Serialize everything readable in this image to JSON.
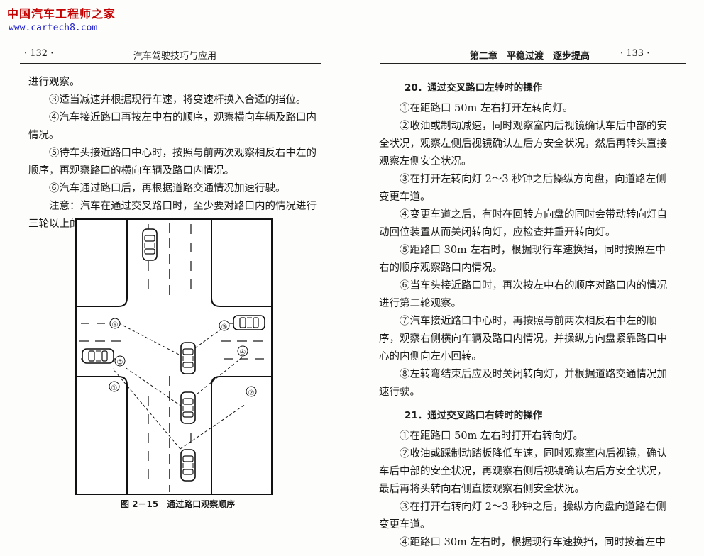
{
  "watermark": {
    "title": "中国汽车工程师之家",
    "url": "www.cartech8.com"
  },
  "left_page": {
    "page_number": "· 132 ·",
    "header_title": "汽车驾驶技巧与应用",
    "lines": [
      "进行观察。",
      "　　③适当减速并根据现行车速，将变速杆换入合适的挡位。",
      "　　④汽车接近路口再按左中右的顺序，观察横向车辆及路口内",
      "情况。",
      "　　⑤待车头接近路口中心时，按照与前两次观察相反右中左的",
      "顺序，再观察路口的横向车辆及路口内情况。",
      "　　⑥汽车通过路口后，再根据道路交通情况加速行驶。",
      "　　注意：汽车在通过交叉路口时，至少要对路口内的情况进行",
      "三轮以上的全面观察，以免造成盲行，发生事故。"
    ],
    "figure": {
      "caption": "图 2－15　通过路口观察顺序",
      "markers": [
        "①",
        "②",
        "③",
        "④",
        "⑤",
        "⑥"
      ]
    }
  },
  "right_page": {
    "page_number": "· 133 ·",
    "header_title": "第二章　平稳过渡　逐步提高",
    "section1_title": "20．通过交叉路口左转时的操作",
    "section1_lines": [
      "　　①在距路口 50m 左右打开左转向灯。",
      "　　②收油或制动减速，同时观察室内后视镜确认车后中部的安",
      "全状况，观察左侧后视镜确认左后方安全状况，然后再转头直接",
      "观察左侧安全状况。",
      "　　③在打开左转向灯 2～3 秒钟之后操纵方向盘，向道路左侧",
      "变更车道。",
      "　　④变更车道之后，有时在回转方向盘的同时会带动转向灯自",
      "动回位装置从而关闭转向灯，应检查并重开转向灯。",
      "　　⑤距路口 30m 左右时，根据现行车速换挡，同时按照左中",
      "右的顺序观察路口内情况。",
      "　　⑥当车头接近路口时，再次按左中右的顺序对路口内的情况",
      "进行第二轮观察。",
      "　　⑦汽车接近路口中心时，再按照与前两次相反右中左的顺",
      "序，观察右侧横向车辆及路口内情况，并操纵方向盘紧靠路口中",
      "心的内侧向左小回转。",
      "　　⑧左转弯结束后应及时关闭转向灯，并根据道路交通情况加",
      "速行驶。"
    ],
    "section2_title": "21．通过交叉路口右转时的操作",
    "section2_lines": [
      "　　①在距路口 50m 左右时打开右转向灯。",
      "　　②收油或踩制动踏板降低车速，同时观察室内后视镜，确认",
      "车后中部的安全状况，再观察右侧后视镜确认右后方安全状况，",
      "最后再将头转向右侧直接观察右侧安全状况。",
      "　　③在打开右转向灯 2～3 秒钟之后，操纵方向盘向道路右侧",
      "变更车道。",
      "　　④距路口 30m 左右时，根据现行车速换挡，同时按着左中"
    ]
  }
}
